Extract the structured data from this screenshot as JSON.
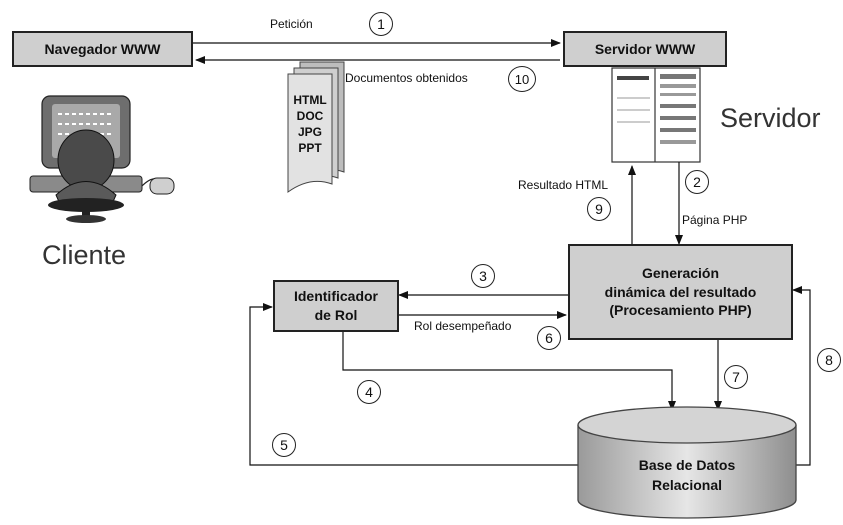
{
  "nodes": {
    "browser": "Navegador WWW",
    "web_server": "Servidor WWW",
    "role_identifier": [
      "Identificador",
      "de Rol"
    ],
    "php_generation": [
      "Generación",
      "dinámica del resultado",
      "(Procesamiento PHP)"
    ],
    "database": [
      "Base de Datos",
      "Relacional"
    ]
  },
  "labels": {
    "request": "Petición",
    "documents_obtained": "Documentos obtenidos",
    "html_result": "Resultado HTML",
    "php_page": "Página PHP",
    "role_played": "Rol desempeñado",
    "client": "Cliente",
    "server": "Servidor"
  },
  "document_types": [
    "HTML",
    "DOC",
    "JPG",
    "PPT"
  ],
  "steps": [
    "1",
    "2",
    "3",
    "4",
    "5",
    "6",
    "7",
    "8",
    "9",
    "10"
  ],
  "icons": {
    "client": "user-at-computer-icon",
    "server": "server-page-icon",
    "documents": "document-stack-icon",
    "database": "database-cylinder-icon"
  }
}
